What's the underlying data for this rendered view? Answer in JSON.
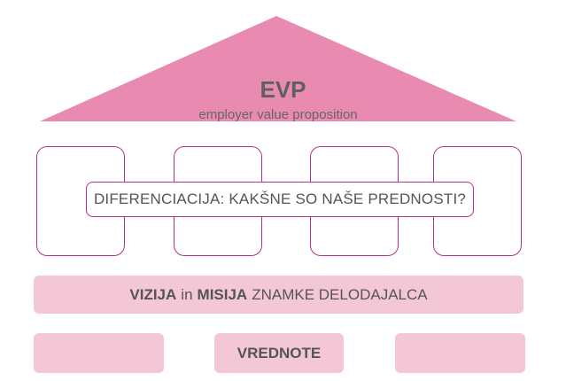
{
  "colors": {
    "roof": "#e98bb0",
    "pillar_border": "#b5338a",
    "band_fill": "#f4c7d6",
    "text": "#555555"
  },
  "roof": {
    "title": "EVP",
    "subtitle": "employer value proposition"
  },
  "pillars": {
    "count": 4
  },
  "differentiation": {
    "text": "DIFERENCIACIJA: KAKŠNE SO NAŠE PREDNOSTI?"
  },
  "vision_band": {
    "vizija": "VIZIJA",
    "in": "in",
    "misija": "MISIJA",
    "rest": "ZNAMKE DELODAJALCA"
  },
  "foundation": {
    "values_label": "VREDNOTE"
  }
}
